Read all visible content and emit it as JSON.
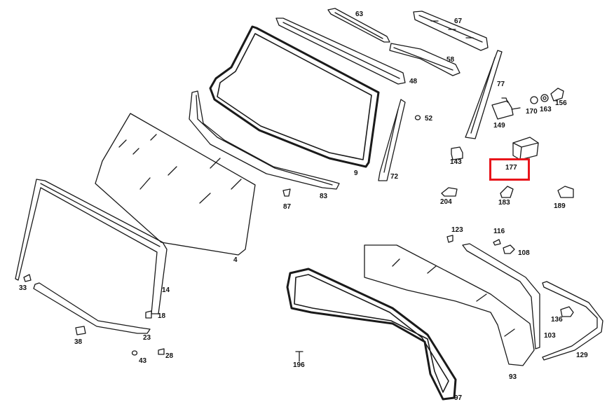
{
  "parts": [
    {
      "id": "p63",
      "label": "63"
    },
    {
      "id": "p67",
      "label": "67"
    },
    {
      "id": "p58",
      "label": "58"
    },
    {
      "id": "p48",
      "label": "48"
    },
    {
      "id": "p77",
      "label": "77"
    },
    {
      "id": "p170",
      "label": "170"
    },
    {
      "id": "p163",
      "label": "163"
    },
    {
      "id": "p156",
      "label": "156"
    },
    {
      "id": "p52",
      "label": "52"
    },
    {
      "id": "p149",
      "label": "149"
    },
    {
      "id": "p143",
      "label": "143"
    },
    {
      "id": "p177",
      "label": "177"
    },
    {
      "id": "p9",
      "label": "9"
    },
    {
      "id": "p72",
      "label": "72"
    },
    {
      "id": "p83",
      "label": "83"
    },
    {
      "id": "p87",
      "label": "87"
    },
    {
      "id": "p204",
      "label": "204"
    },
    {
      "id": "p183",
      "label": "183"
    },
    {
      "id": "p189",
      "label": "189"
    },
    {
      "id": "p4",
      "label": "4"
    },
    {
      "id": "p123",
      "label": "123"
    },
    {
      "id": "p116",
      "label": "116"
    },
    {
      "id": "p108",
      "label": "108"
    },
    {
      "id": "p33",
      "label": "33"
    },
    {
      "id": "p14",
      "label": "14"
    },
    {
      "id": "p18",
      "label": "18"
    },
    {
      "id": "p136",
      "label": "136"
    },
    {
      "id": "p38",
      "label": "38"
    },
    {
      "id": "p23",
      "label": "23"
    },
    {
      "id": "p103",
      "label": "103"
    },
    {
      "id": "p129",
      "label": "129"
    },
    {
      "id": "p43",
      "label": "43"
    },
    {
      "id": "p28",
      "label": "28"
    },
    {
      "id": "p196",
      "label": "196"
    },
    {
      "id": "p93",
      "label": "93"
    },
    {
      "id": "p97",
      "label": "97"
    }
  ],
  "highlighted_part": "177",
  "colors": {
    "line": "#1a1a1a",
    "highlight": "#e8151b",
    "background": "#ffffff"
  }
}
